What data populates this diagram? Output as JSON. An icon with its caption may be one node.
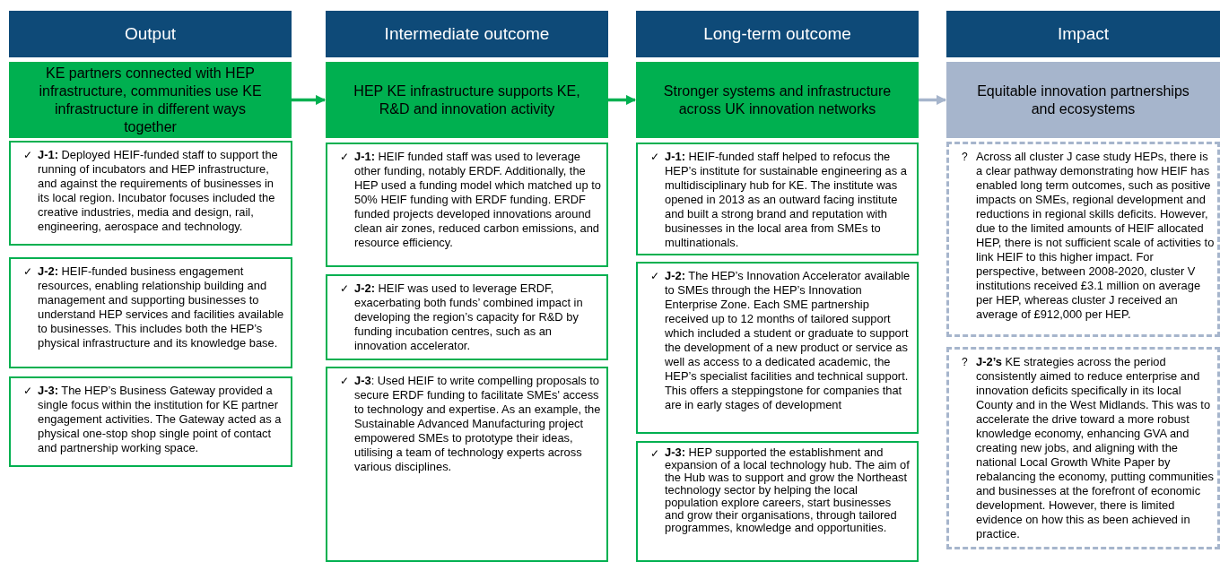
{
  "diagram": {
    "nodes": [
      {
        "text": [
          "Output"
        ]
      },
      {
        "text": [
          "Intermediate outcome"
        ]
      },
      {
        "text": [
          "Long-term outcome"
        ]
      },
      {
        "text": [
          "Impact"
        ]
      },
      {
        "text": [
          "KE partners connected with HEP infrastructure, communities use KE infrastructure in different ways together"
        ]
      },
      {
        "text": [
          "HEP KE infrastructure supports KE, R&D and innovation activity"
        ]
      },
      {
        "text": [
          "Stronger systems and infrastructure across UK innovation networks"
        ]
      },
      {
        "text": [
          "Equitable innovation partnerships and ecosystems"
        ]
      },
      {
        "text": [
          "✓",
          "**J-1:** Deployed HEIF-funded staff to support the running of incubators and HEP infrastructure, and against the requirements of businesses in its local region. Incubator focuses included the creative industries, media and design, rail, engineering, aerospace and technology."
        ]
      },
      {
        "text": [
          "✓",
          "**J-2:** HEIF-funded business engagement resources, enabling relationship building and management and supporting businesses to understand HEP services and facilities available to businesses. This includes both the HEP’s physical infrastructure and its knowledge base."
        ]
      },
      {
        "text": [
          "✓",
          "**J-3:** The HEP’s Business Gateway provided a single focus within the institution for KE partner engagement activities. The Gateway acted as a physical one-stop shop single point of contact and partnership working space."
        ]
      },
      {
        "text": [
          "✓",
          "**J-1:** HEIF funded staff was used to leverage other funding, notably ERDF. Additionally, the HEP used a funding model which matched up to 50% HEIF funding with ERDF funding. ERDF funded projects developed innovations around clean air zones, reduced carbon emissions, and resource efficiency."
        ]
      },
      {
        "text": [
          "✓",
          "**J-2:** HEIF was used to leverage ERDF, exacerbating both funds’ combined impact in developing the region’s capacity for R&D by funding incubation centres, such as an innovation accelerator."
        ]
      },
      {
        "text": [
          "✓",
          "**J-3**: Used HEIF to write compelling proposals to secure ERDF funding to facilitate SMEs' access to technology and expertise. As an example, the Sustainable Advanced Manufacturing project empowered SMEs to prototype their ideas, utilising a team of technology experts across various disciplines."
        ]
      },
      {
        "text": [
          "✓",
          "**J-1:** HEIF-funded staff helped to refocus the HEP’s institute for sustainable engineering as a multidisciplinary hub for KE. The institute was opened in 2013 as an outward facing institute and built a strong brand and reputation with businesses in the local area from SMEs to multinationals."
        ]
      },
      {
        "text": [
          "✓",
          "**J-2:** The HEP’s Innovation Accelerator available to SMEs through the HEP’s Innovation Enterprise Zone. Each SME partnership received up to 12 months of tailored support which included a student or graduate to support the development of a new product or service as well as access to a dedicated academic, the HEP’s specialist facilities and technical support. This offers a steppingstone for companies that are in early stages of development"
        ]
      },
      {
        "text": [
          "✓",
          "**J-3:** HEP supported the establishment and expansion of a local technology hub. The aim of the Hub was to support and grow the Northeast technology sector by helping the local population explore careers, start businesses and grow their organisations, through tailored programmes, knowledge and opportunities."
        ]
      },
      {
        "text": [
          "?",
          "Across all cluster J case study HEPs, there is a clear pathway demonstrating how HEIF has enabled long term outcomes, such as positive impacts on SMEs, regional development and reductions in regional skills deficits. However, due to the limited amounts of HEIF allocated HEP, there is not sufficient scale of activities to link HEIF to this higher impact. For perspective, between 2008-2020, cluster V institutions received £3.1 million on average per HEP, whereas cluster J received an average of £912,000 per HEP."
        ]
      },
      {
        "text": [
          "?",
          "**J-2’s** KE strategies across the period consistently aimed to reduce enterprise and innovation deficits specifically in its local County and in the West Midlands. This was to accelerate the drive toward a more robust knowledge economy, enhancing GVA and creating new jobs, and aligning with the national Local Growth White Paper by rebalancing the economy, putting communities and businesses at the forefront of economic development. However, there is limited evidence on how this as been achieved in practice."
        ]
      }
    ],
    "edges": [
      {
        "from": 4,
        "to": 5,
        "arrow": "to"
      },
      {
        "from": 5,
        "to": 6,
        "arrow": "to"
      },
      {
        "from": 6,
        "to": 7,
        "arrow": "to",
        "color": "#a6b5cc"
      }
    ]
  }
}
